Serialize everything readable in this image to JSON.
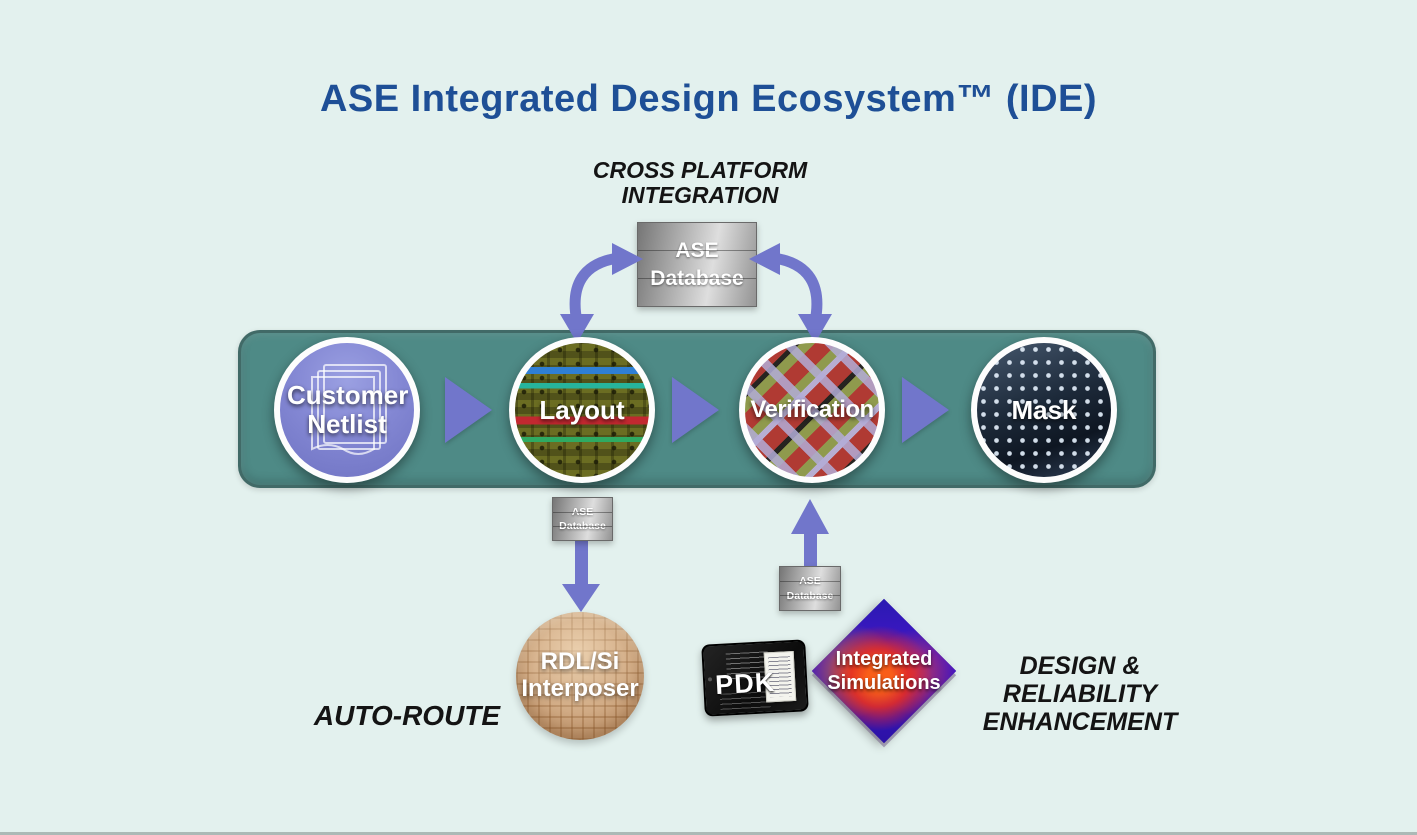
{
  "colors": {
    "background": "#e3f1ee",
    "title_blue": "#1e4f96",
    "bar_teal": "#4e8a86",
    "arrow_purple": "#7176cb"
  },
  "title": "ASE Integrated Design Ecosystem™ (IDE)",
  "labels": {
    "cross_platform": [
      "CROSS PLATFORM",
      "INTEGRATION"
    ],
    "auto_route": "AUTO-ROUTE",
    "design_reliability": [
      "DESIGN &",
      "RELIABILITY",
      "ENHANCEMENT"
    ]
  },
  "database_box": {
    "line1": "ASE",
    "line2": "Database"
  },
  "pipeline": {
    "steps": [
      {
        "id": "customer-netlist",
        "label": "Customer Netlist"
      },
      {
        "id": "layout",
        "label": "Layout"
      },
      {
        "id": "verification",
        "label": "Verification"
      },
      {
        "id": "mask",
        "label": "Mask"
      }
    ]
  },
  "satellites": {
    "rdl_interposer": [
      "RDL/Si",
      "Interposer"
    ],
    "pdk": {
      "label": "PDK"
    },
    "integrated_simulations": [
      "Integrated",
      "Simulations"
    ]
  }
}
